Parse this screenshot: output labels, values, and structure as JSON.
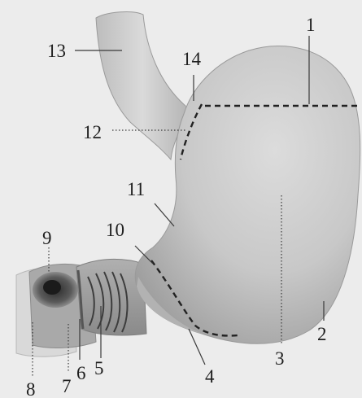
{
  "labels": {
    "l1": "1",
    "l2": "2",
    "l3": "3",
    "l4": "4",
    "l5": "5",
    "l6": "6",
    "l7": "7",
    "l8": "8",
    "l9": "9",
    "l10": "10",
    "l11": "11",
    "l12": "12",
    "l13": "13",
    "l14": "14"
  },
  "colors": {
    "background": "#ececec",
    "stomach_light": "#d6d6d6",
    "stomach_dark": "#a4a4a4",
    "esophagus": "#cfcfcf",
    "duodenum": "#d9d9d9",
    "sphincter_dark": "#3a3a3a",
    "label": "#1f1f1f"
  }
}
